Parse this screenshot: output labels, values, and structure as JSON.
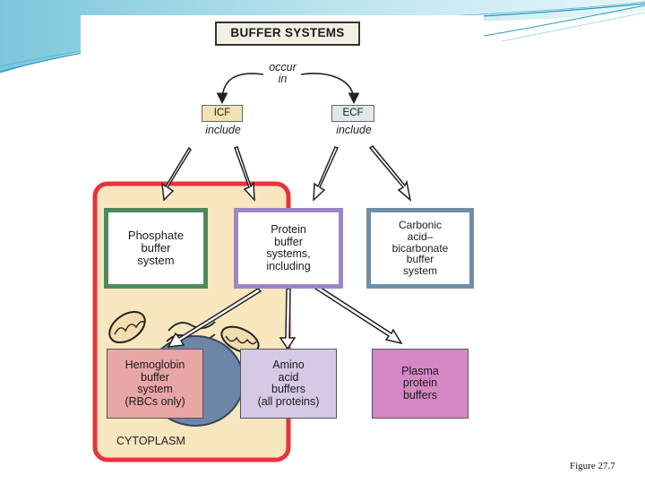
{
  "figure": {
    "title": "BUFFER SYSTEMS",
    "occur_in": "occur\nin",
    "icf": "ICF",
    "ecf": "ECF",
    "icf_include": "include",
    "ecf_include": "include",
    "phosphate": "Phosphate\nbuffer\nsystem",
    "protein": "Protein\nbuffer\nsystems,\nincluding",
    "carbonic": "Carbonic\nacid–\nbicarbonate\nbuffer\nsystem",
    "hemoglobin": "Hemoglobin\nbuffer\nsystem\n(RBCs only)",
    "amino": "Amino\nacid\nbuffers\n(all proteins)",
    "plasma": "Plasma\nprotein\nbuffers",
    "cytoplasm": "CYTOPLASM"
  },
  "caption": "Figure 27.7",
  "colors": {
    "cell_border": "#e8333c",
    "cell_fill": "#f7e6be",
    "phosphate_border": "#4f8a5f",
    "protein_border": "#9b86c4",
    "carbonic_border": "#6f8fa8",
    "hemoglobin_fill": "#e9a6a6",
    "amino_fill": "#d6c9e6",
    "plasma_fill": "#d487c4",
    "icf_fill": "#f2e2b4",
    "ecf_fill": "#dde8ea",
    "nucleus": "#6d86a8"
  }
}
